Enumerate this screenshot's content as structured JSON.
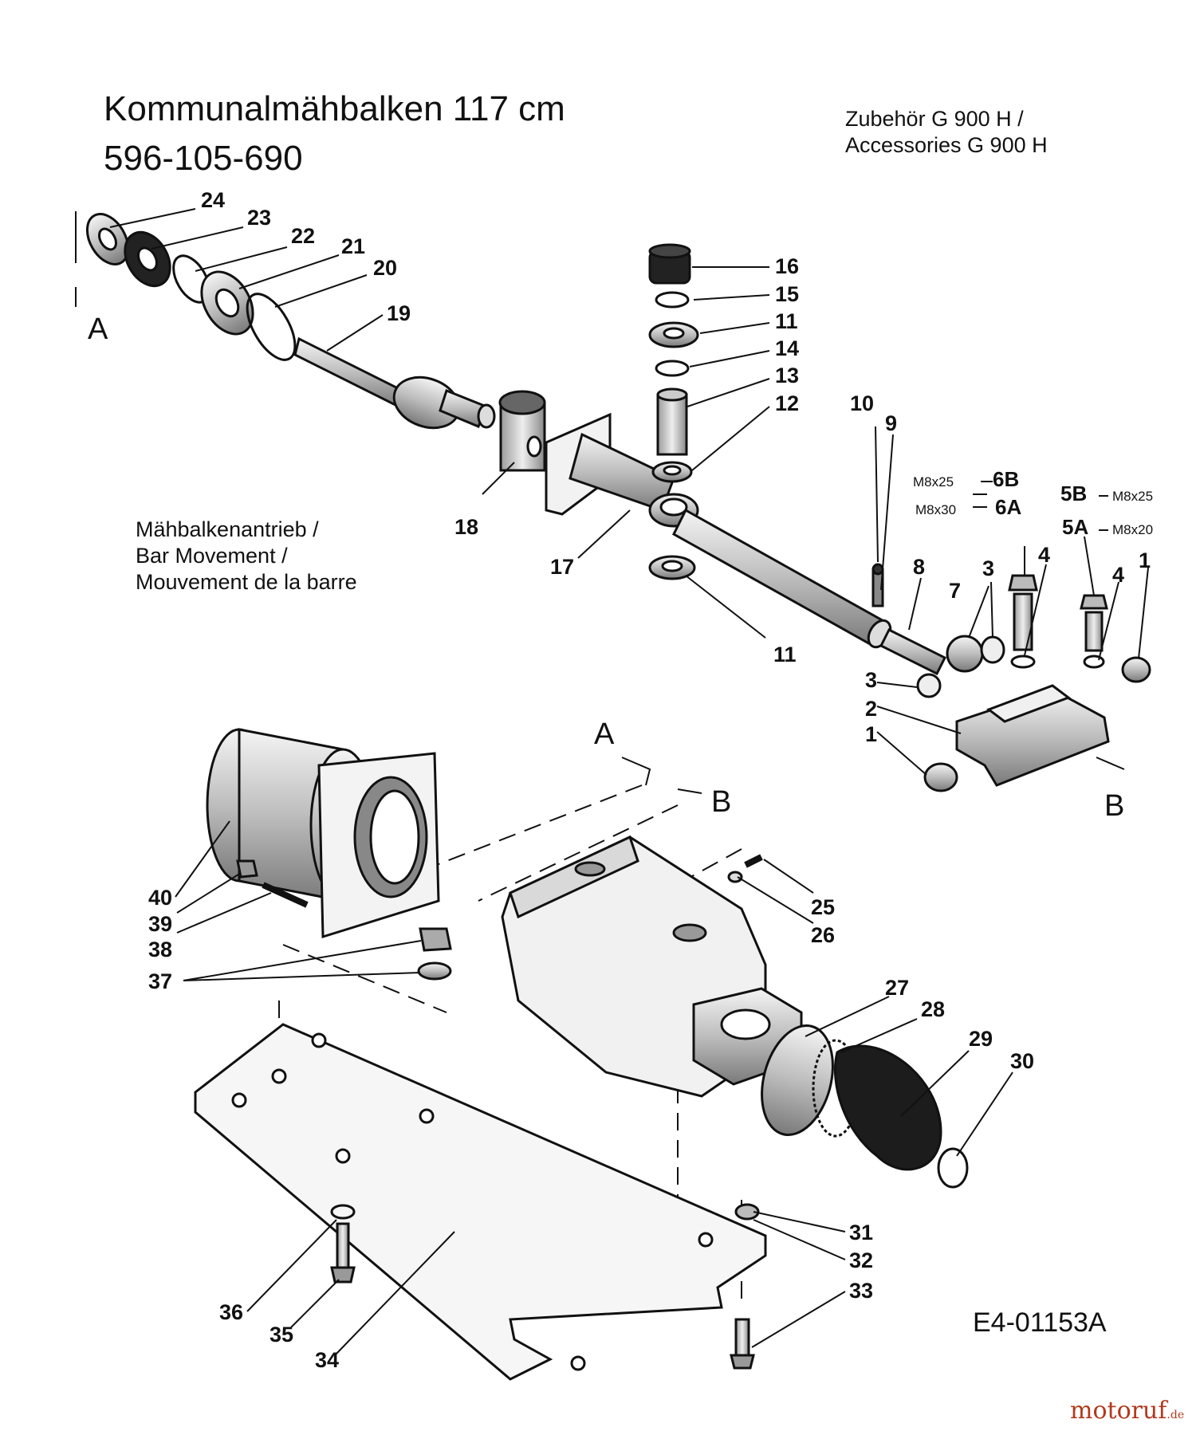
{
  "header": {
    "title_line1": "Kommunalmähbalken 117 cm",
    "title_line2": "596-105-690",
    "accessory_line1": "Zubehör G 900 H /",
    "accessory_line2": "Accessories  G 900 H"
  },
  "caption": {
    "line1": "Mähbalkenantrieb  /",
    "line2": "Bar Movement /",
    "line3": "Mouvement de la barre"
  },
  "markers": {
    "a": "A",
    "b": "B"
  },
  "bolt_specs": {
    "m8x25": "M8x25",
    "m8x30": "M8x30",
    "m8x20": "M8x20",
    "p6b": "6B",
    "p6a": "6A",
    "p5b": "5B",
    "p5a": "5A"
  },
  "part_numbers": {
    "p1": "1",
    "p2": "2",
    "p3": "3",
    "p4": "4",
    "p7": "7",
    "p8": "8",
    "p9": "9",
    "p10": "10",
    "p11": "11",
    "p12": "12",
    "p13": "13",
    "p14": "14",
    "p15": "15",
    "p16": "16",
    "p17": "17",
    "p18": "18",
    "p19": "19",
    "p20": "20",
    "p21": "21",
    "p22": "22",
    "p23": "23",
    "p24": "24",
    "p25": "25",
    "p26": "26",
    "p27": "27",
    "p28": "28",
    "p29": "29",
    "p30": "30",
    "p31": "31",
    "p32": "32",
    "p33": "33",
    "p34": "34",
    "p35": "35",
    "p36": "36",
    "p37": "37",
    "p38": "38",
    "p39": "39",
    "p40": "40"
  },
  "drawing_code": "E4-01153A",
  "watermark": {
    "brand": "motoruf",
    "tld": ".de"
  }
}
